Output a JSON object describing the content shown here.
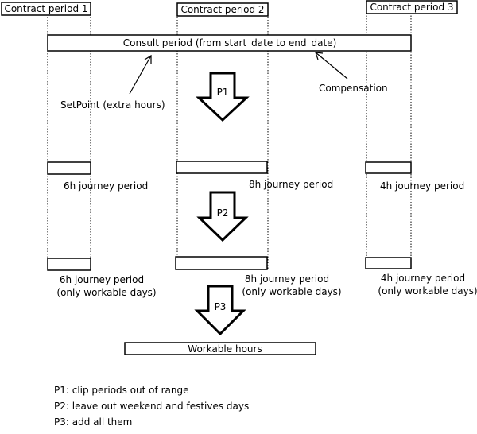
{
  "contracts": [
    {
      "label": "Contract period 1"
    },
    {
      "label": "Contract period 2"
    },
    {
      "label": "Contract period 3"
    }
  ],
  "consult_label": "Consult period (from start_date to end_date)",
  "setpoint_label": "SetPoint (extra hours)",
  "compensation_label": "Compensation",
  "steps": [
    {
      "id": "P1"
    },
    {
      "id": "P2"
    },
    {
      "id": "P3"
    }
  ],
  "row1_labels": [
    "6h journey period",
    "8h journey period",
    "4h journey period"
  ],
  "row2_labels": [
    "6h journey period",
    "8h journey period",
    "4h journey period"
  ],
  "row2_sub": "(only workable days)",
  "workable_label": "Workable hours",
  "legend": [
    "P1: clip periods out of range",
    "P2: leave out weekend and festives days",
    "P3: add all them"
  ]
}
